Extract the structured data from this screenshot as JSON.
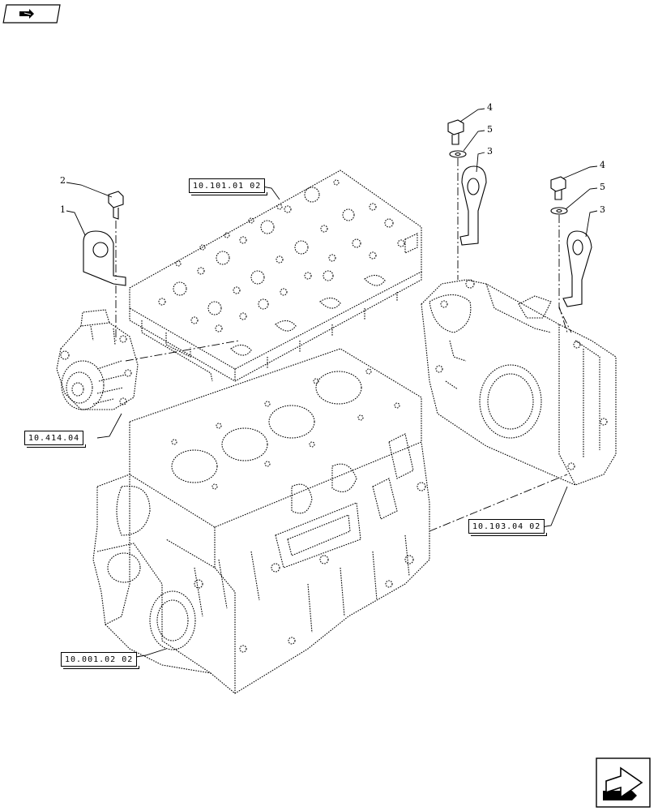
{
  "refs": {
    "cylinder_head": "10.101.01 02",
    "water_pump": "10.414.04",
    "timing_cover": "10.103.04 02",
    "engine_block": "10.001.02 02"
  },
  "callouts": {
    "c1": "1",
    "c2": "2",
    "c3a": "3",
    "c3b": "3",
    "c4a": "4",
    "c4b": "4",
    "c5a": "5",
    "c5b": "5"
  },
  "icons": {
    "top_left": "previous-page-arrow-icon",
    "bottom_right": "next-page-arrow-icon"
  }
}
